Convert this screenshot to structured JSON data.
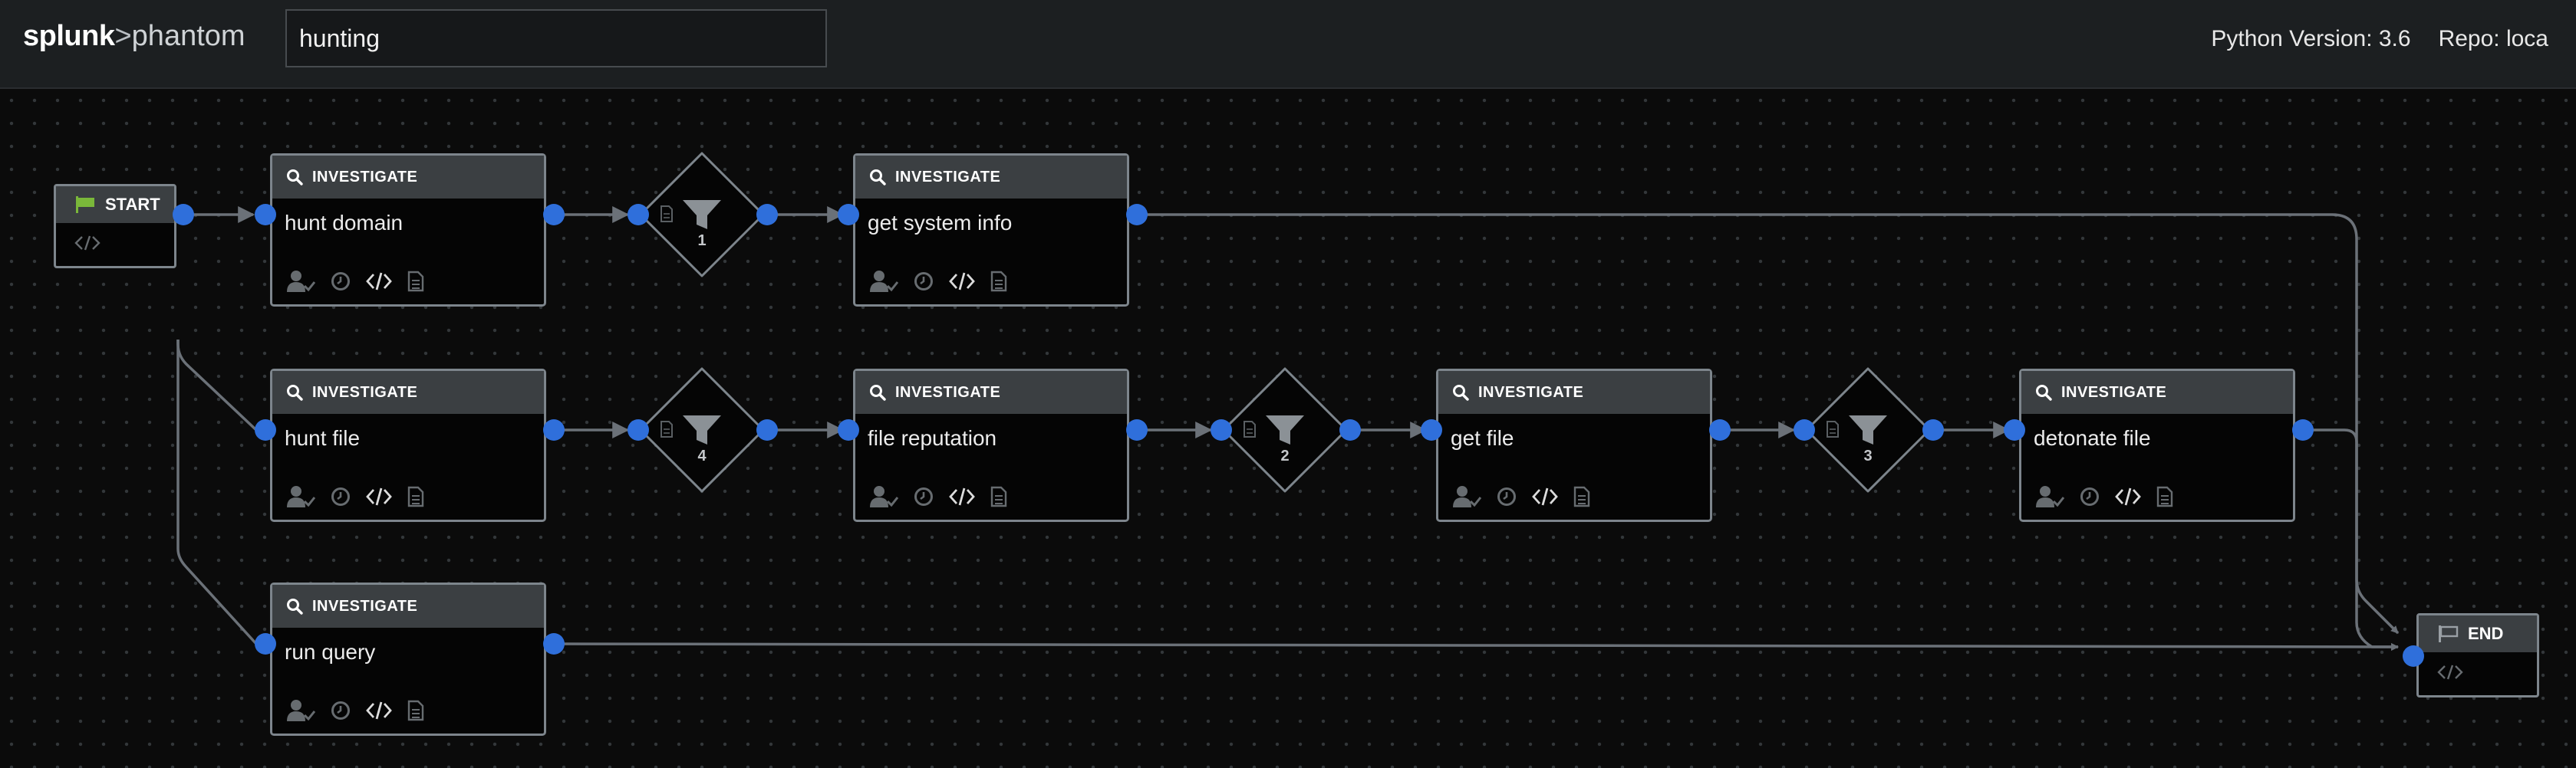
{
  "header": {
    "brand_primary": "splunk",
    "brand_separator": ">",
    "brand_secondary": "phantom",
    "search_value": "hunting",
    "python_version_label": "Python Version: 3.6",
    "repo_label": "Repo: loca"
  },
  "colors": {
    "port": "#2f6fdb",
    "edge": "#6b7178",
    "node_border": "#7d858c",
    "header_band": "#3b3f42",
    "start_flag": "#7ab83a"
  },
  "start": {
    "label": "START",
    "icon": "flag-icon"
  },
  "end": {
    "label": "END",
    "icon": "flag-icon"
  },
  "block_type_label": "INVESTIGATE",
  "blocks": [
    {
      "name": "hunt domain"
    },
    {
      "name": "get system info"
    },
    {
      "name": "hunt file"
    },
    {
      "name": "file reputation"
    },
    {
      "name": "get file"
    },
    {
      "name": "detonate file"
    },
    {
      "name": "run query"
    }
  ],
  "filters": [
    "1",
    "4",
    "2",
    "3"
  ],
  "block_icons": [
    "user-approve-icon",
    "clock-icon",
    "code-icon",
    "notes-icon"
  ]
}
